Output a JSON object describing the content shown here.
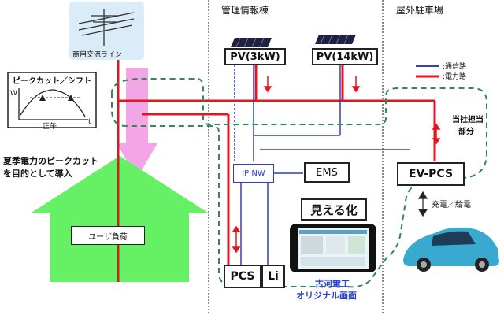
{
  "headers": {
    "management": "管理情報棟",
    "parking": "屋外駐車場"
  },
  "grid_label": "商用交流ライン",
  "peak_chart": {
    "title": "ピークカット／シフト",
    "w_label": "W",
    "x_label": "正午",
    "t_label": "t"
  },
  "peak_note": [
    "夏季電力のピークカット",
    "を目的として導入"
  ],
  "house_label": "ユーザ負荷",
  "pv1": "PV(3kW)",
  "pv2": "PV(14kW)",
  "legend": {
    "comm": ":通信路",
    "power": ":電力路"
  },
  "company_part": [
    "当社担当",
    "部分"
  ],
  "ipnw": "IP NW",
  "ems": "EMS",
  "ev_pcs": "EV-PCS",
  "charge": "充電／給電",
  "mieruka": "見える化",
  "pcs": "PCS",
  "li": "Li",
  "original_screen": [
    "古河電工",
    "オリジナル画面"
  ],
  "colors": {
    "power": "#e8141c",
    "comm": "#2b3fd1",
    "arrow": "#f3a6e6",
    "house": "#66f066",
    "scope": "#2e8b57",
    "grid_bg": "#d9ecf7"
  }
}
